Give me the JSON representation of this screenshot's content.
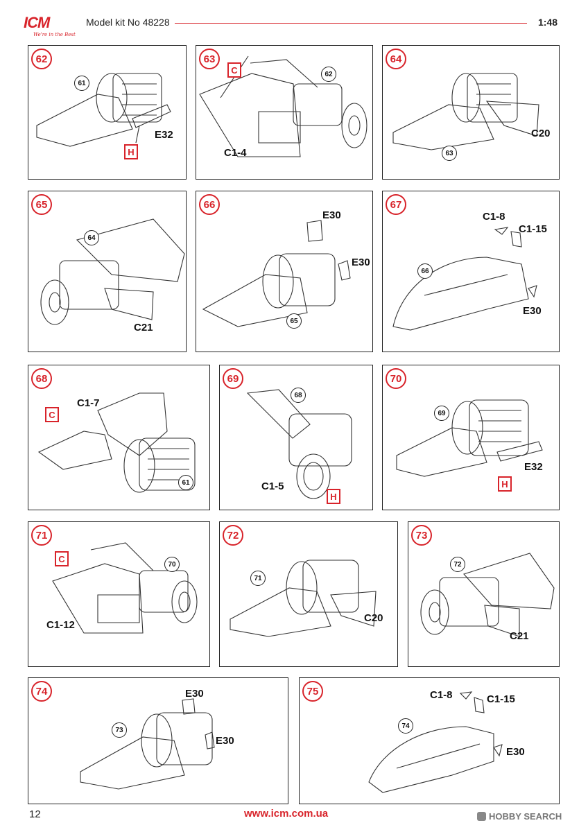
{
  "header": {
    "brand": "ICM",
    "tagline": "We're in the Best",
    "title": "Model kit No 48228",
    "scale": "1:48"
  },
  "panels": [
    {
      "step": "62",
      "refs": [
        "61"
      ],
      "parts": [
        "E32"
      ],
      "paints": [
        "H"
      ]
    },
    {
      "step": "63",
      "refs": [
        "62"
      ],
      "parts": [
        "C1-4"
      ],
      "paints": [
        "C"
      ]
    },
    {
      "step": "64",
      "refs": [
        "63"
      ],
      "parts": [
        "C20"
      ],
      "paints": []
    },
    {
      "step": "65",
      "refs": [
        "64"
      ],
      "parts": [
        "C21"
      ],
      "paints": []
    },
    {
      "step": "66",
      "refs": [
        "65"
      ],
      "parts": [
        "E30",
        "E30"
      ],
      "paints": []
    },
    {
      "step": "67",
      "refs": [
        "66"
      ],
      "parts": [
        "C1-8",
        "C1-15",
        "E30"
      ],
      "paints": []
    },
    {
      "step": "68",
      "refs": [
        "61"
      ],
      "parts": [
        "C1-7"
      ],
      "paints": [
        "C"
      ]
    },
    {
      "step": "69",
      "refs": [
        "68"
      ],
      "parts": [
        "C1-5"
      ],
      "paints": [
        "H"
      ]
    },
    {
      "step": "70",
      "refs": [
        "69"
      ],
      "parts": [
        "E32"
      ],
      "paints": [
        "H"
      ]
    },
    {
      "step": "71",
      "refs": [
        "70"
      ],
      "parts": [
        "C1-12"
      ],
      "paints": [
        "C"
      ]
    },
    {
      "step": "72",
      "refs": [
        "71"
      ],
      "parts": [
        "C20"
      ],
      "paints": []
    },
    {
      "step": "73",
      "refs": [
        "72"
      ],
      "parts": [
        "C21"
      ],
      "paints": []
    },
    {
      "step": "74",
      "refs": [
        "73"
      ],
      "parts": [
        "E30",
        "E30"
      ],
      "paints": []
    },
    {
      "step": "75",
      "refs": [
        "74"
      ],
      "parts": [
        "C1-8",
        "C1-15",
        "E30"
      ],
      "paints": []
    }
  ],
  "footer": {
    "page": "12",
    "url": "www.icm.com.ua",
    "watermark": "HOBBY SEARCH"
  },
  "colors": {
    "accent": "#d8232a",
    "ink": "#222222"
  }
}
